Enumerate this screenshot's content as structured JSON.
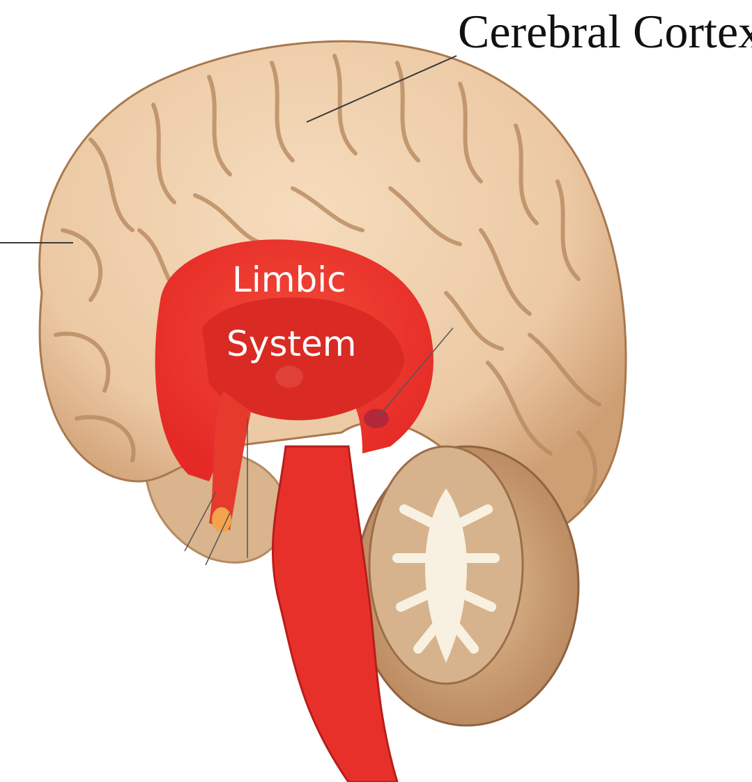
{
  "labels": {
    "cerebral_cortex": "Cerebral Cortex",
    "limbic_line1": "Limbic",
    "limbic_line2": "System"
  },
  "colors": {
    "cortex_fill": "#ecc9a4",
    "cortex_shadow": "#c99a72",
    "limbic_red": "#ec2f2a",
    "limbic_dark": "#c8201d",
    "cerebellum_fill": "#d7b58e",
    "cerebellum_core": "#f8f1e2",
    "brainstem": "#e8302b"
  }
}
